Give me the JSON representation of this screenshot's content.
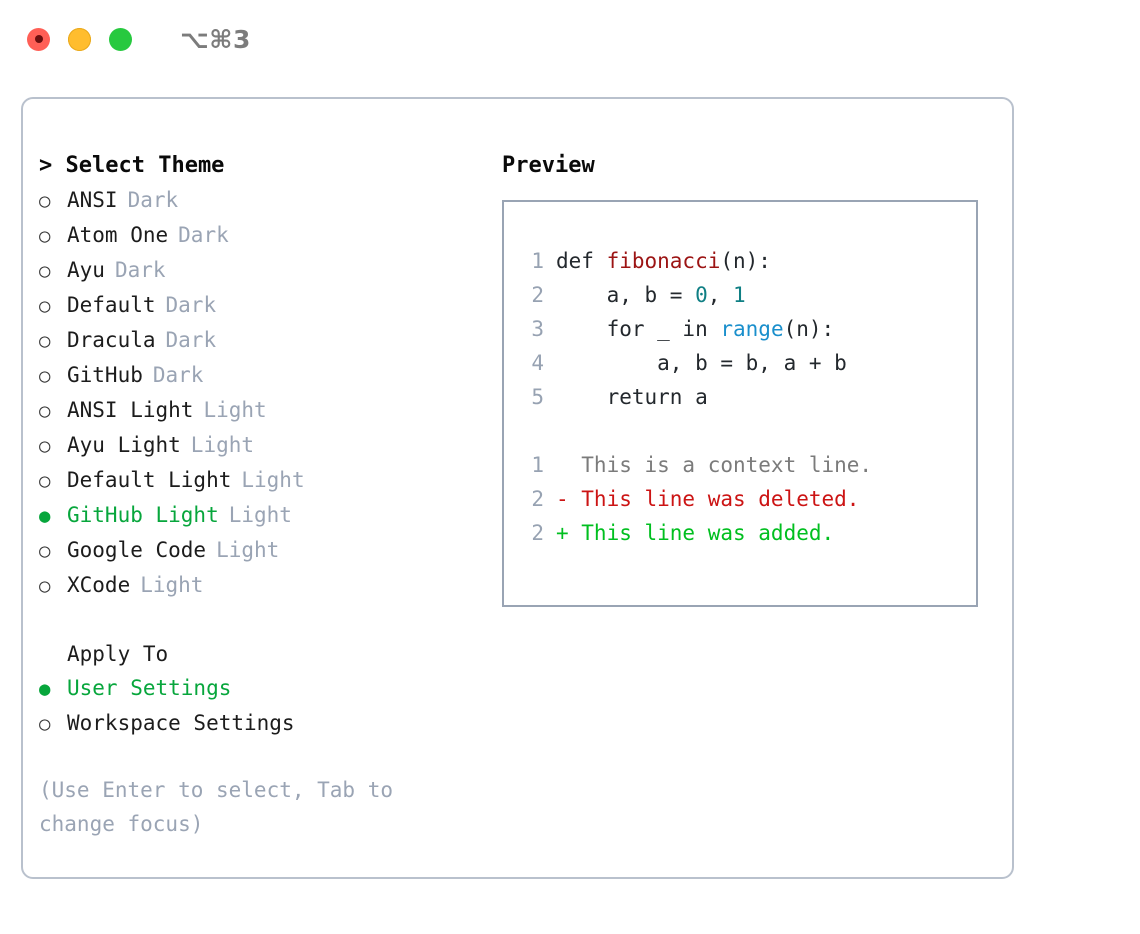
{
  "titlebar": {
    "shortcut": "⌥⌘3",
    "buttons": [
      {
        "name": "close",
        "color": "#ff5f56"
      },
      {
        "name": "minimize",
        "color": "#ffbd2e"
      },
      {
        "name": "maximize",
        "color": "#27c93f"
      }
    ]
  },
  "colors": {
    "selected_green": "#07a63c",
    "muted": "#9aa4b4",
    "border": "#b9c1cd",
    "preview_border": "#99a4b4",
    "code_fn": "#9c1414",
    "code_num": "#0f7f84",
    "code_builtin": "#1a8fcc",
    "diff_deleted": "#cc1414",
    "diff_added": "#00bf1f"
  },
  "theme_panel": {
    "heading": "> Select Theme",
    "items": [
      {
        "marker": "○",
        "label": "ANSI",
        "variant": "Dark",
        "selected": false
      },
      {
        "marker": "○",
        "label": "Atom One",
        "variant": "Dark",
        "selected": false
      },
      {
        "marker": "○",
        "label": "Ayu",
        "variant": "Dark",
        "selected": false
      },
      {
        "marker": "○",
        "label": "Default",
        "variant": "Dark",
        "selected": false
      },
      {
        "marker": "○",
        "label": "Dracula",
        "variant": "Dark",
        "selected": false
      },
      {
        "marker": "○",
        "label": "GitHub",
        "variant": "Dark",
        "selected": false
      },
      {
        "marker": "○",
        "label": "ANSI Light",
        "variant": "Light",
        "selected": false
      },
      {
        "marker": "○",
        "label": "Ayu Light",
        "variant": "Light",
        "selected": false
      },
      {
        "marker": "○",
        "label": "Default Light",
        "variant": "Light",
        "selected": false
      },
      {
        "marker": "●",
        "label": "GitHub Light",
        "variant": "Light",
        "selected": true
      },
      {
        "marker": "○",
        "label": "Google Code",
        "variant": "Light",
        "selected": false
      },
      {
        "marker": "○",
        "label": "XCode",
        "variant": "Light",
        "selected": false
      }
    ]
  },
  "apply_to": {
    "heading": "Apply To",
    "items": [
      {
        "marker": "●",
        "label": "User Settings",
        "selected": true
      },
      {
        "marker": "○",
        "label": "Workspace Settings",
        "selected": false
      }
    ]
  },
  "hint": "(Use Enter to select, Tab to change focus)",
  "preview": {
    "heading": "Preview",
    "code_lines": [
      {
        "num": "1",
        "tokens": [
          {
            "text": "def ",
            "type": "plain"
          },
          {
            "text": "fibonacci",
            "type": "fn"
          },
          {
            "text": "(n):",
            "type": "plain"
          }
        ]
      },
      {
        "num": "2",
        "tokens": [
          {
            "text": "    a, b = ",
            "type": "plain"
          },
          {
            "text": "0",
            "type": "num"
          },
          {
            "text": ", ",
            "type": "plain"
          },
          {
            "text": "1",
            "type": "num"
          }
        ]
      },
      {
        "num": "3",
        "tokens": [
          {
            "text": "    for _ in ",
            "type": "plain"
          },
          {
            "text": "range",
            "type": "kwfn"
          },
          {
            "text": "(n):",
            "type": "plain"
          }
        ]
      },
      {
        "num": "4",
        "tokens": [
          {
            "text": "        a, b = b, a + b",
            "type": "plain"
          }
        ]
      },
      {
        "num": "5",
        "tokens": [
          {
            "text": "    return a",
            "type": "plain"
          }
        ]
      }
    ],
    "diff_lines": [
      {
        "num": "1",
        "text": "  This is a context line.",
        "type": "ctx"
      },
      {
        "num": "2",
        "text": "- This line was deleted.",
        "type": "del"
      },
      {
        "num": "2",
        "text": "+ This line was added.",
        "type": "add"
      }
    ]
  }
}
